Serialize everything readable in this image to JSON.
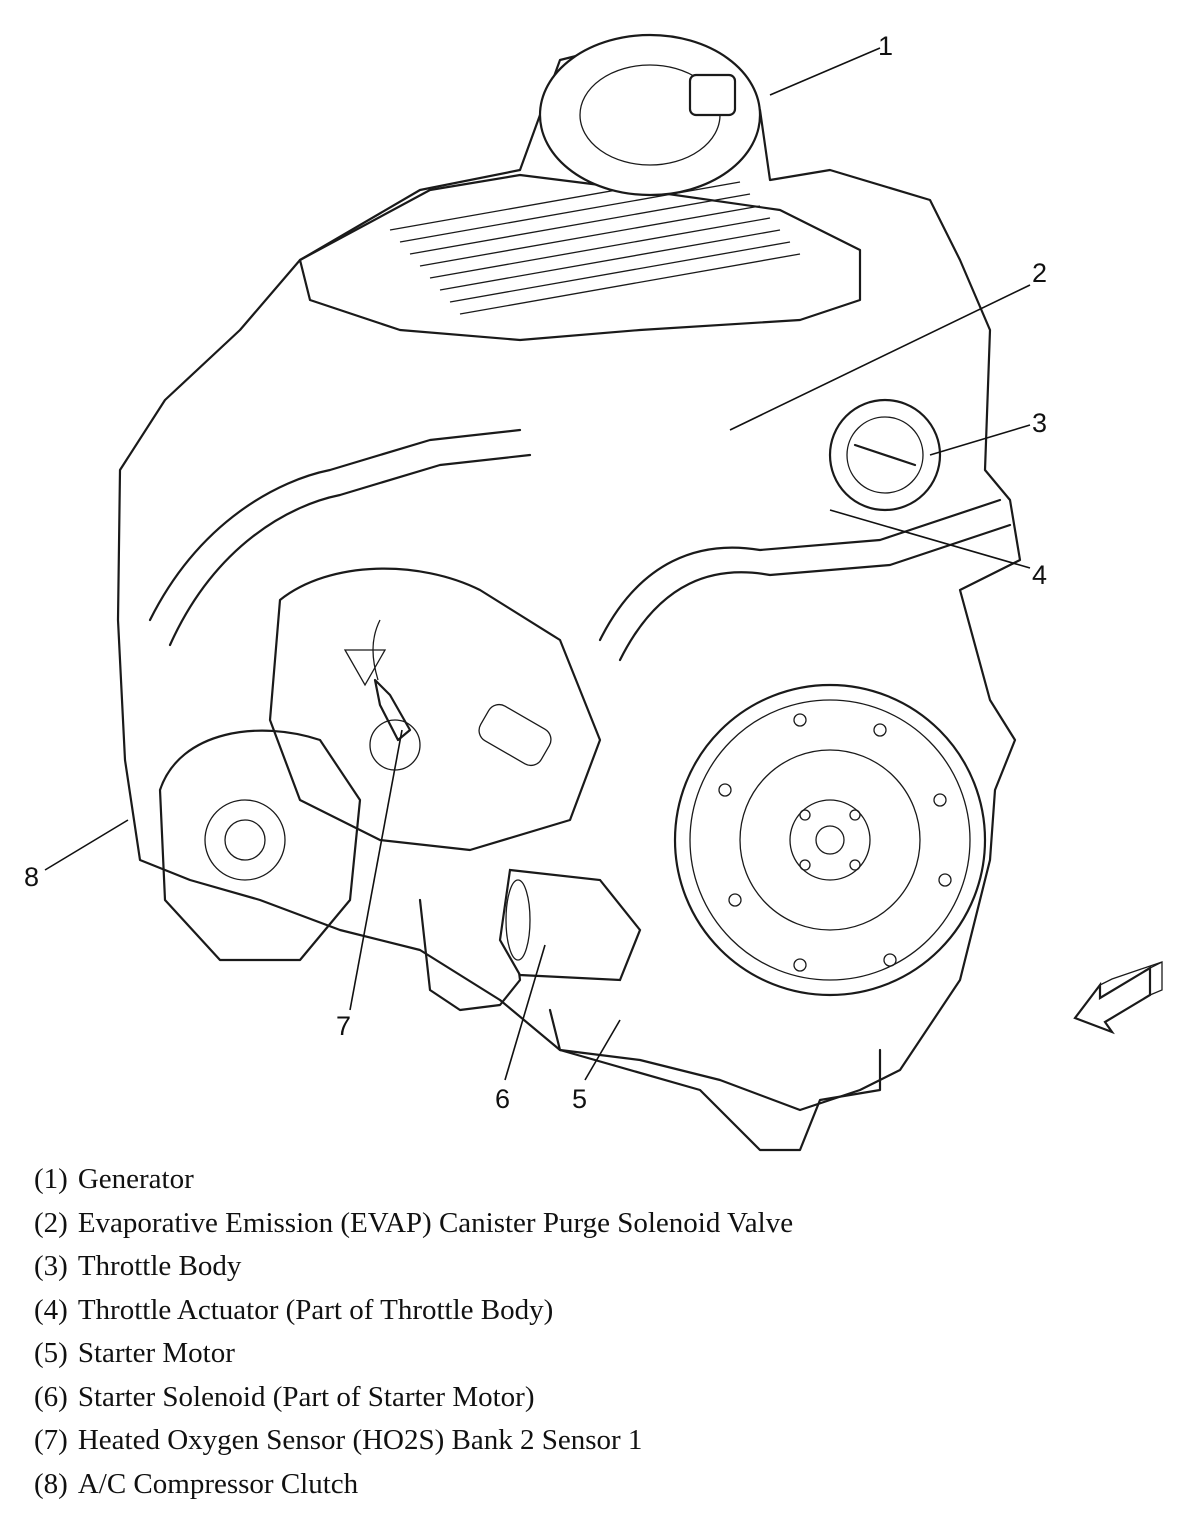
{
  "callouts": [
    {
      "id": "1",
      "label": "1"
    },
    {
      "id": "2",
      "label": "2"
    },
    {
      "id": "3",
      "label": "3"
    },
    {
      "id": "4",
      "label": "4"
    },
    {
      "id": "5",
      "label": "5"
    },
    {
      "id": "6",
      "label": "6"
    },
    {
      "id": "7",
      "label": "7"
    },
    {
      "id": "8",
      "label": "8"
    }
  ],
  "legend": [
    {
      "number": "(1)",
      "text": "Generator"
    },
    {
      "number": "(2)",
      "text": "Evaporative Emission (EVAP) Canister Purge Solenoid Valve"
    },
    {
      "number": "(3)",
      "text": "Throttle Body"
    },
    {
      "number": "(4)",
      "text": "Throttle Actuator (Part of Throttle Body)"
    },
    {
      "number": "(5)",
      "text": "Starter Motor"
    },
    {
      "number": "(6)",
      "text": "Starter Solenoid (Part of Starter Motor)"
    },
    {
      "number": "(7)",
      "text": "Heated Oxygen Sensor (HO2S) Bank 2 Sensor 1"
    },
    {
      "number": "(8)",
      "text": "A/C Compressor Clutch"
    }
  ],
  "icons": {
    "engine": "engine-line-art",
    "orientation": "front-arrow-icon"
  }
}
